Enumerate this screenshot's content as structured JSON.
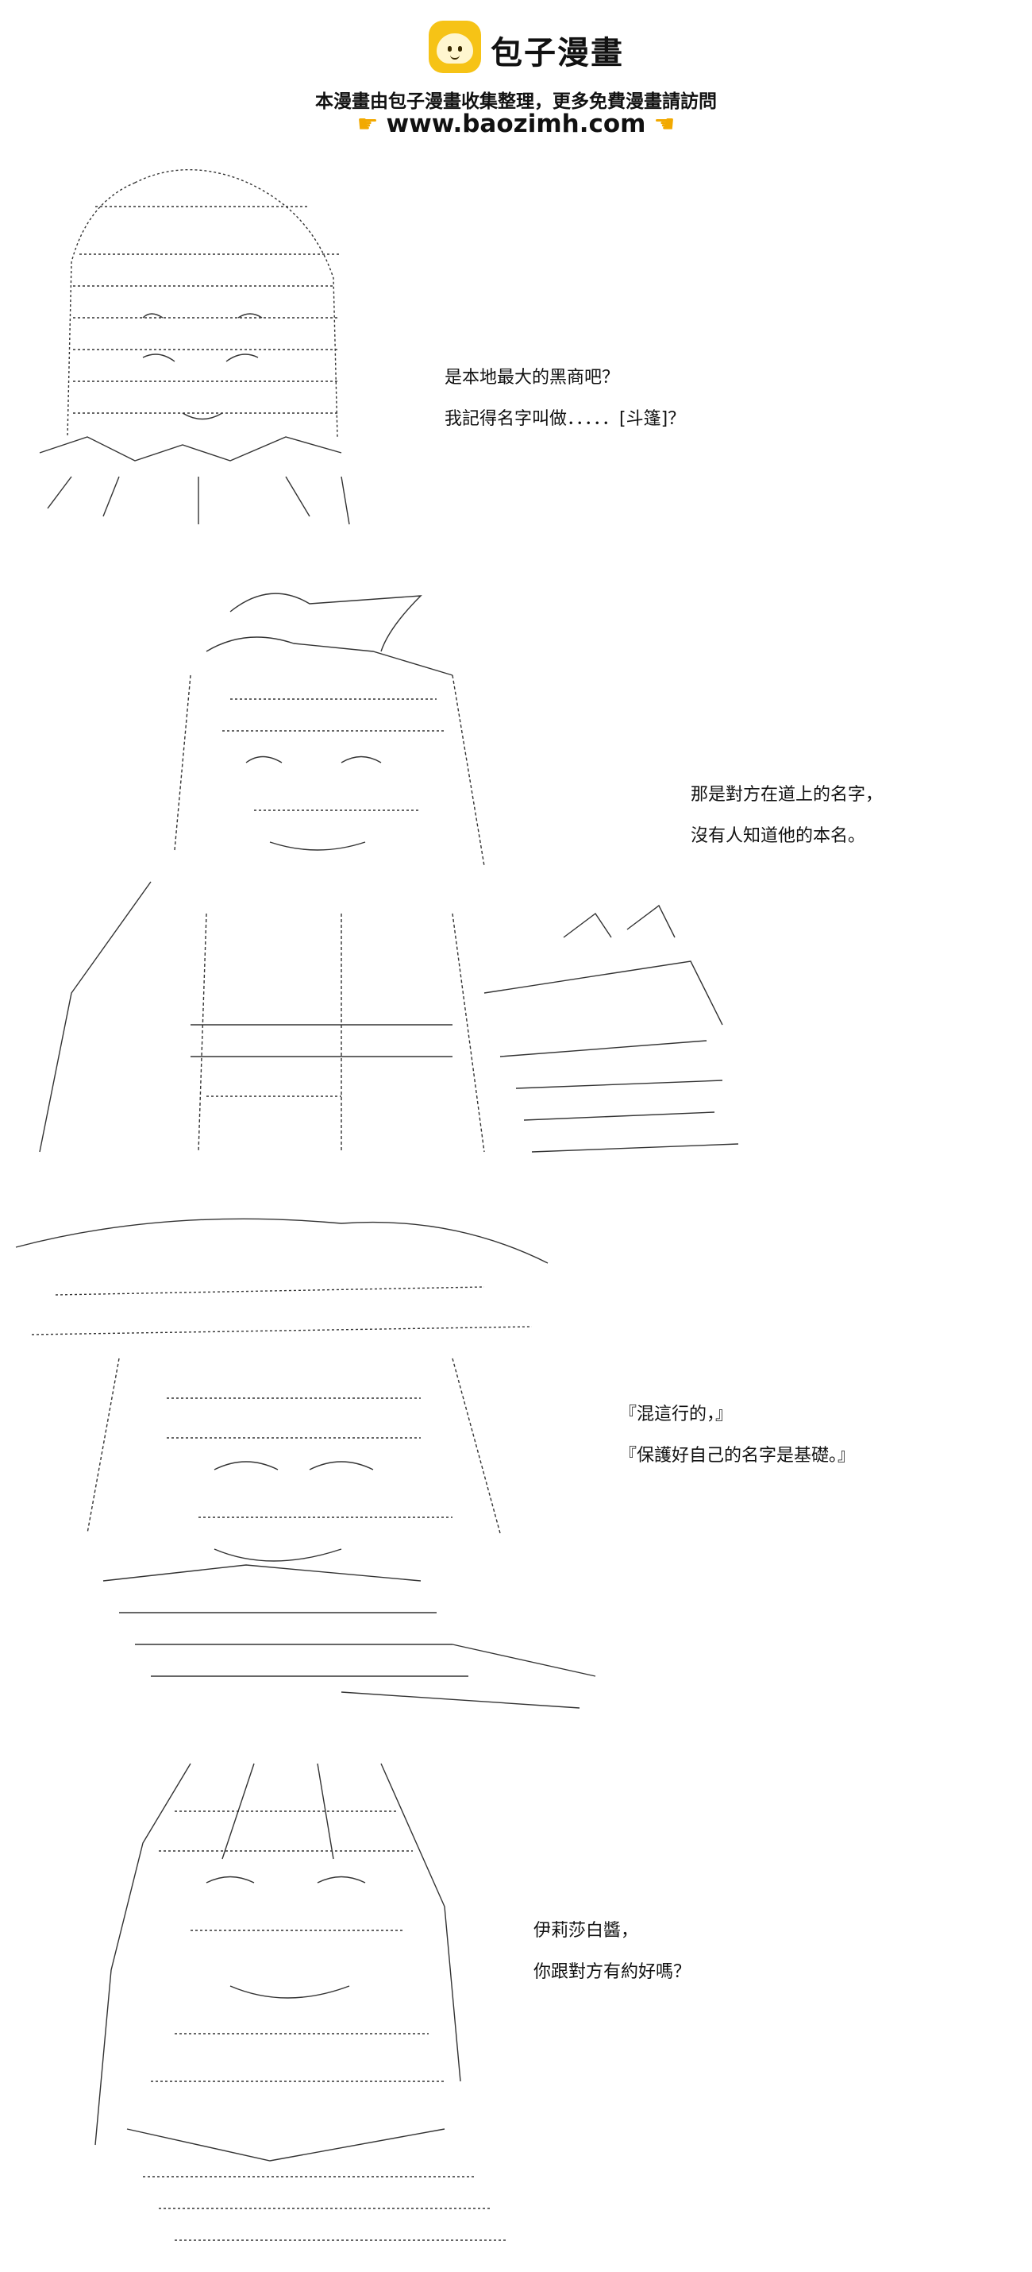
{
  "header": {
    "brand": "包子漫畫",
    "notice": "本漫畫由包子漫畫收集整理，更多免費漫畫請訪問",
    "site": "www.baozimh.com",
    "hand_icon": "pointing-hand-icon",
    "logo_icon": "bun-mascot-icon",
    "accent_color": "#f6c316"
  },
  "panels": [
    {
      "lines": [
        "是本地最大的黑商吧？",
        "我記得名字叫做．．．．．[斗篷]？"
      ]
    },
    {
      "lines": [
        "那是對方在道上的名字，",
        "沒有人知道他的本名。"
      ]
    },
    {
      "lines": [
        "『混這行的，』",
        "『保護好自己的名字是基礎。』"
      ]
    },
    {
      "lines": [
        "伊莉莎白醬，",
        "你跟對方有約好嗎？"
      ]
    }
  ]
}
